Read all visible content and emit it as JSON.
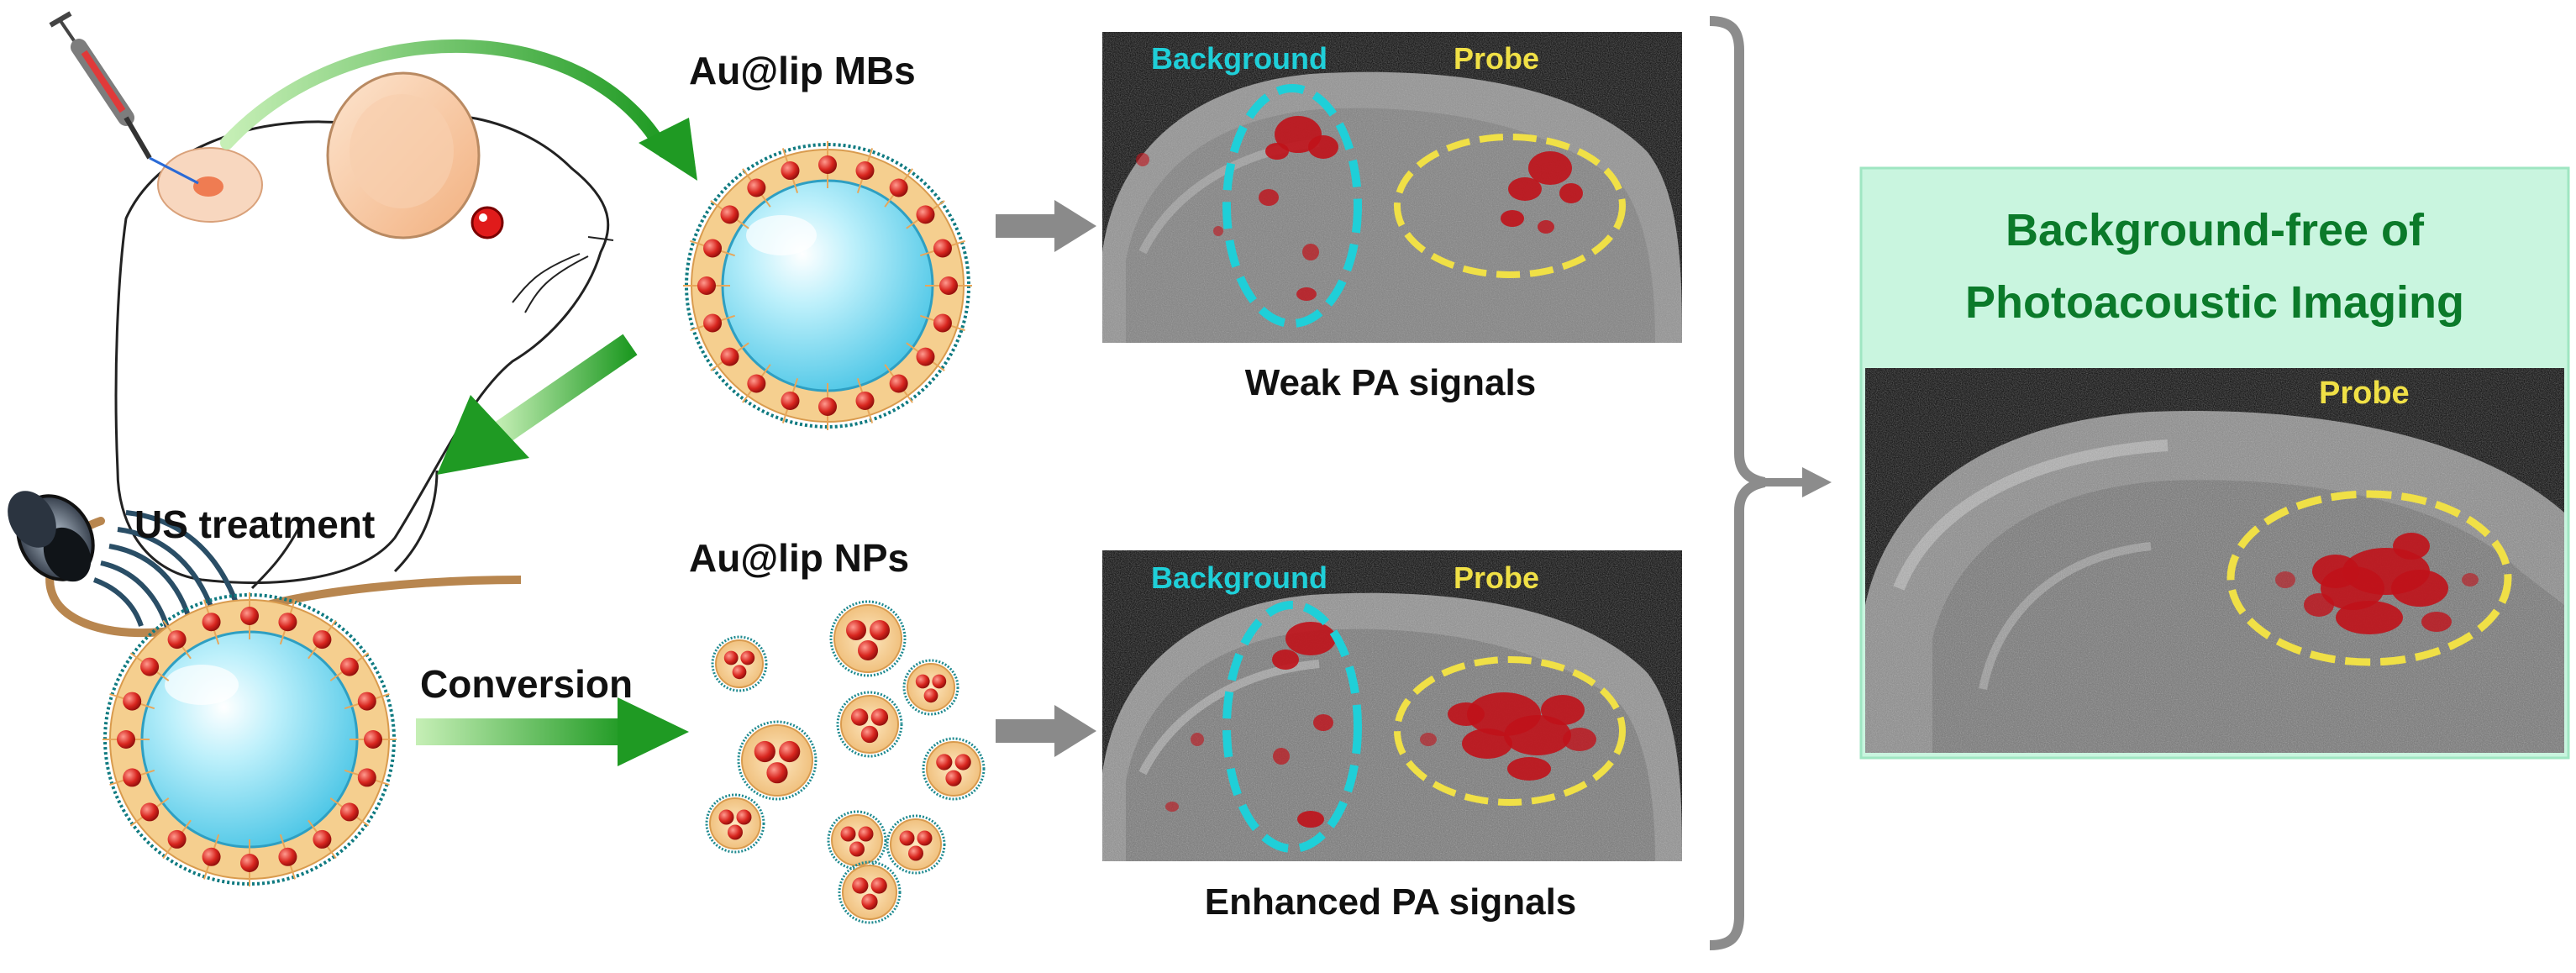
{
  "labels": {
    "au_lip_mbs": "Au@lip MBs",
    "us_treatment": "US treatment",
    "au_lip_nps": "Au@lip NPs",
    "conversion": "Conversion",
    "weak_pa": "Weak PA signals",
    "enhanced_pa": "Enhanced PA signals",
    "background_top": "Background",
    "probe_top": "Probe",
    "background_bottom": "Background",
    "probe_bottom": "Probe",
    "result_title_line1": "Background-free of",
    "result_title_line2": "Photoacoustic Imaging",
    "probe_result": "Probe"
  },
  "colors": {
    "arrow_green": "#2fa82a",
    "arrow_gray": "#8a8a8a",
    "background_roi": "#1fcfd8",
    "probe_roi": "#f0e046",
    "pa_signal": "#c0121a",
    "result_panel": "#c9f5df",
    "result_title": "#0b7a2a",
    "lipid_shell": "#f3c98a",
    "gold_particle": "#d62a2a",
    "bubble_core": "#7fdcf2"
  },
  "icons": [
    "mouse-illustration",
    "syringe-icon",
    "ultrasound-transducer-icon",
    "microbubble-icon",
    "nanoparticle-icon"
  ]
}
